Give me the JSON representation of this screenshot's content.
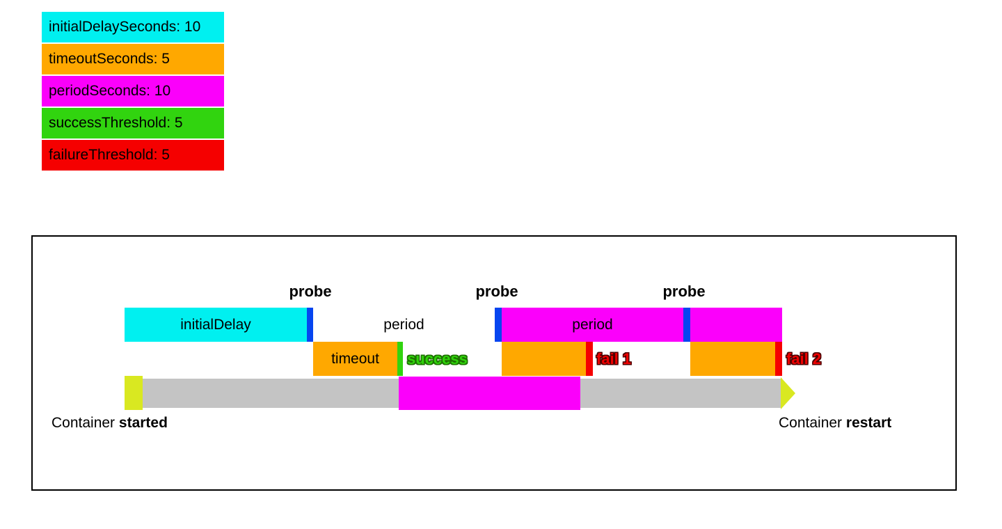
{
  "palette": {
    "cyan": "#00F0F0",
    "orange": "#FFA800",
    "magenta": "#FB00FB",
    "green": "#31D40F",
    "red": "#F50000",
    "blue": "#0645F0",
    "yellow_green": "#D9E821",
    "gray": "#C4C4C4",
    "success_text": "#2FD30B",
    "success_outline": "#1D6F00",
    "fail_text": "#EE0000",
    "fail_outline": "#4D0000"
  },
  "legend": {
    "items": [
      {
        "label": "initialDelaySeconds: 10",
        "color": "#00F0F0"
      },
      {
        "label": "timeoutSeconds: 5",
        "color": "#FFA800"
      },
      {
        "label": "periodSeconds: 10",
        "color": "#FB00FB"
      },
      {
        "label": "successThreshold: 5",
        "color": "#31D40F"
      },
      {
        "label": "failureThreshold: 5",
        "color": "#F50000"
      }
    ]
  },
  "timeline": {
    "probe_labels": [
      "probe",
      "probe",
      "probe"
    ],
    "row1": {
      "initial_delay_label": "initialDelay",
      "period_gap_label": "period",
      "period_bar_label": "period"
    },
    "row2": {
      "timeout_label": "timeout",
      "success_label": "success",
      "fail1_label": "fail 1",
      "fail2_label": "fail 2"
    },
    "footer": {
      "started_prefix": "Container ",
      "started_bold": "started",
      "restart_prefix": "Container ",
      "restart_bold": "restart"
    }
  }
}
